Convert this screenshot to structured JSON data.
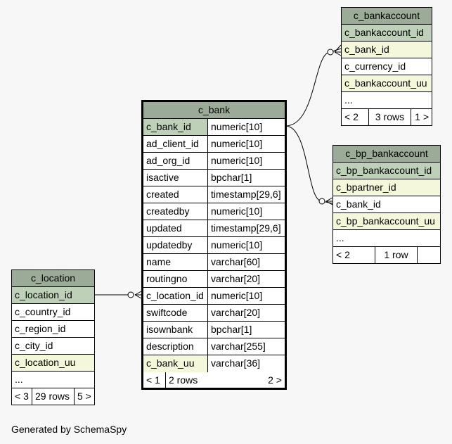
{
  "footer": "Generated by SchemaSpy",
  "c_bank": {
    "title": "c_bank",
    "columns": [
      {
        "name": "c_bank_id",
        "type": "numeric[10]"
      },
      {
        "name": "ad_client_id",
        "type": "numeric[10]"
      },
      {
        "name": "ad_org_id",
        "type": "numeric[10]"
      },
      {
        "name": "isactive",
        "type": "bpchar[1]"
      },
      {
        "name": "created",
        "type": "timestamp[29,6]"
      },
      {
        "name": "createdby",
        "type": "numeric[10]"
      },
      {
        "name": "updated",
        "type": "timestamp[29,6]"
      },
      {
        "name": "updatedby",
        "type": "numeric[10]"
      },
      {
        "name": "name",
        "type": "varchar[60]"
      },
      {
        "name": "routingno",
        "type": "varchar[20]"
      },
      {
        "name": "c_location_id",
        "type": "numeric[10]"
      },
      {
        "name": "swiftcode",
        "type": "varchar[20]"
      },
      {
        "name": "isownbank",
        "type": "bpchar[1]"
      },
      {
        "name": "description",
        "type": "varchar[255]"
      },
      {
        "name": "c_bank_uu",
        "type": "varchar[36]"
      }
    ],
    "footer": {
      "parents": "< 1",
      "rows": "2 rows",
      "children": "2 >"
    }
  },
  "c_bankaccount": {
    "title": "c_bankaccount",
    "columns": [
      "c_bankaccount_id",
      "c_bank_id",
      "c_currency_id",
      "c_bankaccount_uu",
      "..."
    ],
    "footer": {
      "parents": "< 2",
      "rows": "3 rows",
      "children": "1 >"
    }
  },
  "c_bp_bankaccount": {
    "title": "c_bp_bankaccount",
    "columns": [
      "c_bp_bankaccount_id",
      "c_bpartner_id",
      "c_bank_id",
      "c_bp_bankaccount_uu",
      "..."
    ],
    "footer": {
      "parents": "< 2",
      "rows": "1 row",
      "children": ""
    }
  },
  "c_location": {
    "title": "c_location",
    "columns": [
      "c_location_id",
      "c_country_id",
      "c_region_id",
      "c_city_id",
      "c_location_uu",
      "..."
    ],
    "footer": {
      "parents": "< 3",
      "rows": "29 rows",
      "children": "5 >"
    }
  }
}
